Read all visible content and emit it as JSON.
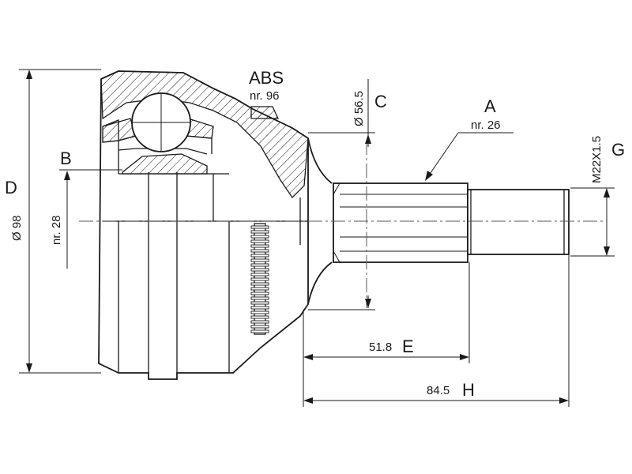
{
  "labels": {
    "abs": "ABS",
    "abs_nr": "nr. 96",
    "dia_c": "Ø 56.5",
    "c": "C",
    "a": "A",
    "a_nr": "nr. 26",
    "thread": "M22X1.5",
    "g": "G",
    "b": "B",
    "d": "D",
    "dia_d": "Ø 98",
    "b_nr": "nr. 28",
    "e_val": "51.8",
    "e": "E",
    "h_val": "84.5",
    "h": "H"
  },
  "colors": {
    "line": "#1a1a1a",
    "centerline": "#555555",
    "background": "#ffffff"
  }
}
